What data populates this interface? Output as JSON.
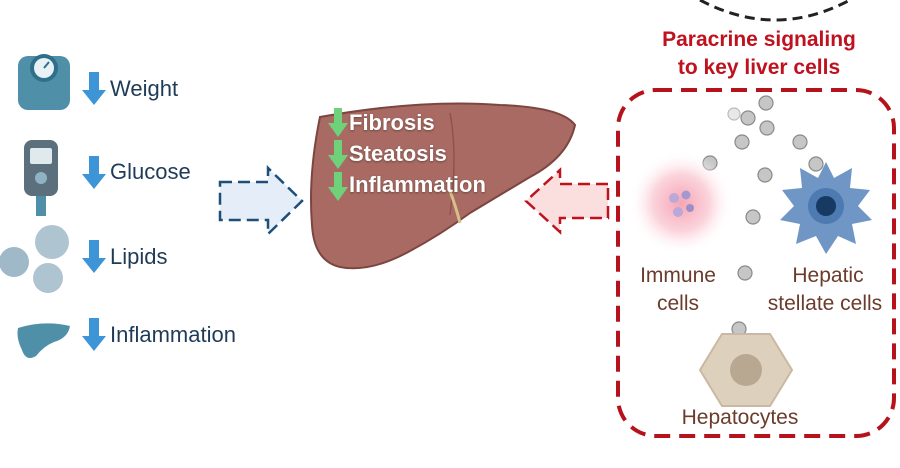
{
  "left_effects": {
    "items": [
      {
        "label": "Weight",
        "icon": "scale-icon"
      },
      {
        "label": "Glucose",
        "icon": "glucometer-icon"
      },
      {
        "label": "Lipids",
        "icon": "lipid-droplets-icon"
      },
      {
        "label": "Inflammation",
        "icon": "liver-small-icon"
      }
    ]
  },
  "liver": {
    "effects": [
      "Fibrosis",
      "Steatosis",
      "Inflammation"
    ]
  },
  "panel": {
    "title_line1": "Paracrine signaling",
    "title_line2": "to key liver cells",
    "immune_line1": "Immune",
    "immune_line2": "cells",
    "stellate_line1": "Hepatic",
    "stellate_line2": "stellate cells",
    "hepatocytes": "Hepatocytes"
  },
  "colors": {
    "down_arrow_blue": "#3d94d6",
    "down_arrow_green": "#6fd17a",
    "panel_border": "#b5121b",
    "liver_fill": "#a86a62",
    "left_icons": "#4f8fa8",
    "particle": "#c6c6c6"
  }
}
